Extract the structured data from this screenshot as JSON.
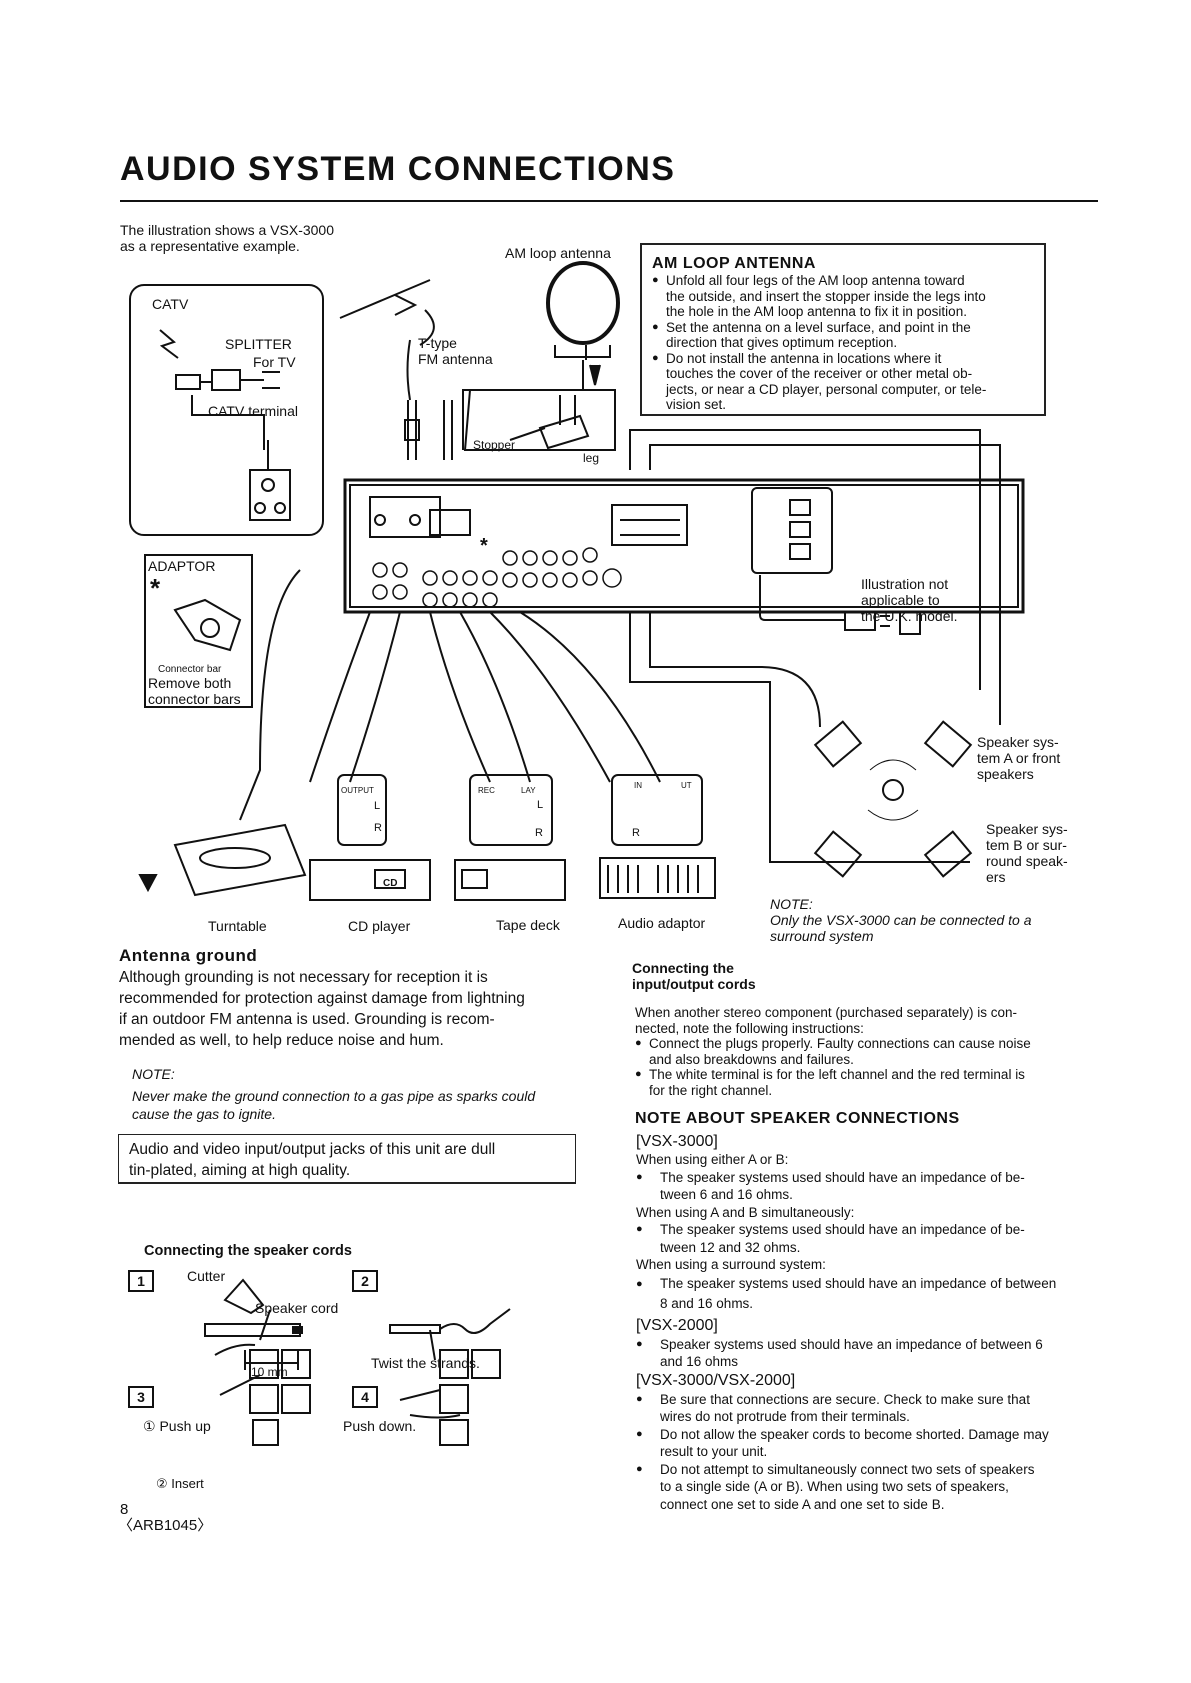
{
  "title": "AUDIO SYSTEM CONNECTIONS",
  "intro": [
    "The illustration shows a VSX-3000",
    "as a representative example."
  ],
  "diagram": {
    "am_loop_antenna": "AM loop antenna",
    "catv": "CATV",
    "splitter": "SPLITTER",
    "for_tv": "For TV",
    "catv_terminal": "CATV terminal",
    "t_type": "T-type",
    "fm_antenna": "FM antenna",
    "stopper": "Stopper",
    "leg": "leg",
    "adaptor": "ADAPTOR",
    "asterisk": "*",
    "connector_bar": "Connector bar",
    "remove_both": "Remove both",
    "connector_bars": "connector bars",
    "illustration_note": [
      "Illustration not",
      "applicable to",
      "the U.K. model."
    ],
    "speaker_a": [
      "Speaker sys-",
      "tem A or front",
      "speakers"
    ],
    "speaker_b": [
      "Speaker sys-",
      "tem B or sur-",
      "round speak-",
      "ers"
    ],
    "output": "OUTPUT",
    "rec": "REC",
    "play": "LAY",
    "in": "IN",
    "out": "UT",
    "l": "L",
    "r": "R",
    "cd": "CD",
    "turntable": "Turntable",
    "cd_player": "CD player",
    "tape_deck": "Tape deck",
    "audio_adaptor": "Audio adaptor",
    "note_label": "NOTE:",
    "note_text": [
      "Only the VSX-3000 can be connected to a",
      "surround system"
    ]
  },
  "am_box": {
    "heading": "AM LOOP ANTENNA",
    "bullets": [
      [
        "Unfold all four legs of the AM loop antenna toward",
        "the outside, and insert the stopper inside the legs into",
        "the hole in the AM loop antenna to fix it in position."
      ],
      [
        "Set the antenna on a level surface, and point in the",
        "direction that gives optimum reception."
      ],
      [
        "Do not install the antenna in locations where it",
        "touches the cover of the receiver or other metal ob-",
        "jects, or near a CD player, personal computer, or tele-",
        "vision set."
      ]
    ]
  },
  "antenna_ground": {
    "heading": "Antenna ground",
    "body": [
      "Although grounding is not necessary for reception it is",
      "recommended for protection against damage from lightning",
      "if an outdoor FM antenna is used. Grounding is recom-",
      "mended as well, to help reduce noise and hum."
    ],
    "note_label": "NOTE:",
    "note": [
      "Never make the ground connection to a gas pipe as sparks could",
      "cause the gas to ignite."
    ]
  },
  "jack_box": [
    "Audio and video input/output jacks of this unit are dull",
    "tin-plated, aiming at high quality."
  ],
  "speaker_cords": {
    "heading": "Connecting the speaker cords",
    "step1": "1",
    "step2": "2",
    "step3": "3",
    "step4": "4",
    "cutter": "Cutter",
    "speaker_cord": "Speaker cord",
    "ten_mm": "10 mm",
    "twist": "Twist the strands.",
    "push_up": "① Push up",
    "insert": "② Insert",
    "push_down": "Push down."
  },
  "page_num": "8",
  "doc_code": "〈ARB1045〉",
  "io_cords": {
    "heading": [
      "Connecting the",
      "input/output cords"
    ],
    "body": [
      "When another stereo component (purchased separately) is con-",
      "nected, note the following instructions:"
    ],
    "bullets": [
      [
        "Connect the plugs properly. Faulty connections can cause noise",
        "and also breakdowns and failures."
      ],
      [
        "The white terminal is for the left channel and the red terminal is",
        "for the right channel."
      ]
    ]
  },
  "speaker_notes": {
    "heading": "NOTE ABOUT SPEAKER CONNECTIONS",
    "vsx3000": "[VSX-3000]",
    "when_a_or_b": "When using either A or B:",
    "b1": [
      "The speaker systems used should have an impedance of be-",
      "tween 6 and 16 ohms."
    ],
    "when_a_and_b": "When using A and B simultaneously:",
    "b2": [
      "The speaker systems used should have an impedance of be-",
      "tween 12 and 32 ohms."
    ],
    "when_surround": "When using a surround system:",
    "b3": [
      "The speaker systems used should have an impedance of between",
      "8 and 16 ohms."
    ],
    "vsx2000": "[VSX-2000]",
    "b4": [
      "Speaker systems used should have an impedance of between 6",
      "and 16 ohms"
    ],
    "both": "[VSX-3000/VSX-2000]",
    "b5": [
      "Be sure that connections are secure. Check to make sure that",
      "wires do not protrude from their terminals."
    ],
    "b6": [
      "Do not allow the speaker cords to become shorted. Damage may",
      "result to your unit."
    ],
    "b7": [
      "Do not attempt to simultaneously connect two sets of speakers",
      "to a single side (A or B). When using two sets of speakers,",
      "connect one set to side A and one set to side B."
    ]
  }
}
